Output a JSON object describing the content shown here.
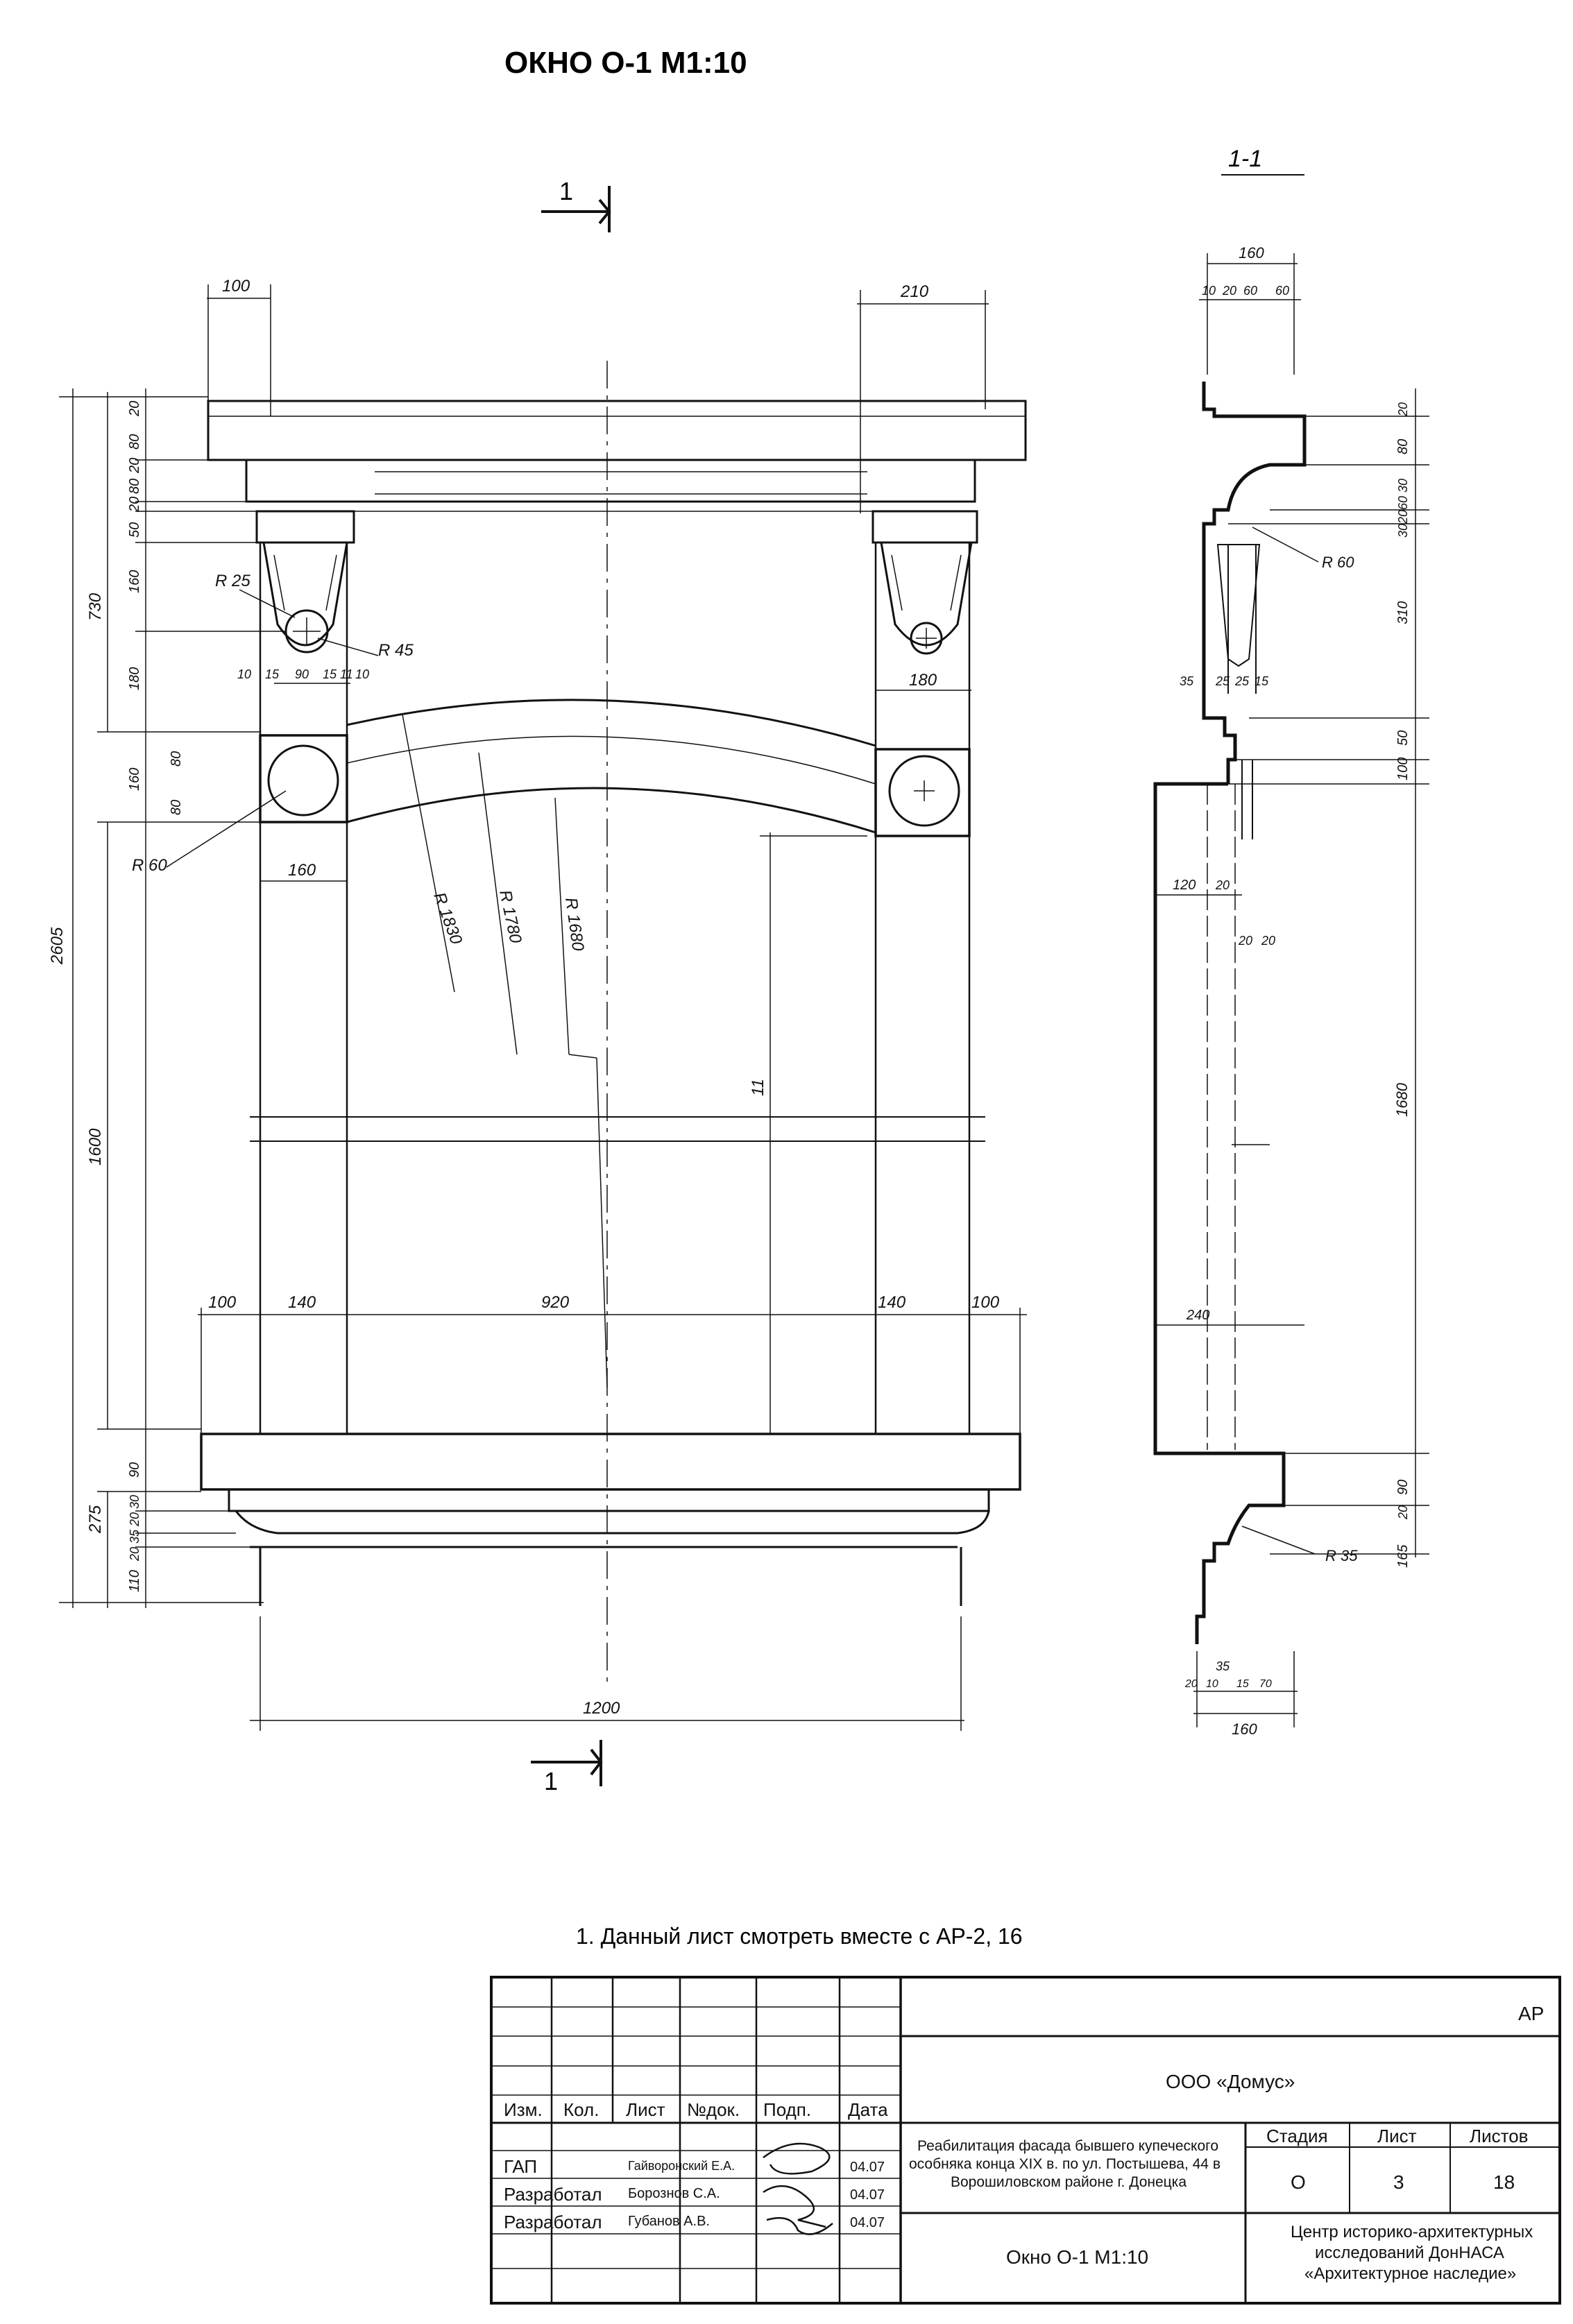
{
  "sheet": {
    "title": "ОКНО О-1 М1:10",
    "note": "1. Данный лист смотреть вместе с АР-2, 16"
  },
  "section_marks": {
    "label": "1",
    "section_title": "1-1"
  },
  "front_view": {
    "dims_top": [
      "100",
      "210"
    ],
    "dims_left_outer": [
      "2605"
    ],
    "dims_left_inner": [
      "730",
      "1600",
      "275"
    ],
    "dims_left_rows": [
      "20",
      "80",
      "20",
      "80",
      "20",
      "20",
      "50",
      "160",
      "180",
      "160",
      "80",
      "80",
      "90",
      "30",
      "20",
      "35",
      "20",
      "110"
    ],
    "radii": [
      "R 25",
      "R 45",
      "R 60",
      "R 1830",
      "R 1780",
      "R 1680"
    ],
    "console_dims": [
      "10",
      "15",
      "90",
      "15",
      "11",
      "10"
    ],
    "rosette_width": [
      "160",
      "160",
      "180"
    ],
    "opening_height": "11",
    "bottom_dims": [
      "100",
      "140",
      "920",
      "140",
      "100"
    ],
    "overall_width": "1200"
  },
  "section_view": {
    "top_width": "160",
    "top_parts": [
      "10",
      "20",
      "60",
      "60"
    ],
    "right_dims": [
      "20",
      "80",
      "30",
      "60",
      "20",
      "30",
      "30",
      "310",
      "50",
      "100",
      "1680",
      "20",
      "90",
      "165"
    ],
    "radii": [
      "R 60",
      "R 35"
    ],
    "mid_dims": [
      "35",
      "25",
      "25",
      "15",
      "120",
      "20",
      "20",
      "20",
      "240"
    ],
    "bottom_parts": [
      "35",
      "20",
      "10",
      "15",
      "70"
    ],
    "bottom_width": "160"
  },
  "title_block": {
    "code": "АР",
    "company": "ООО «Домус»",
    "headers": [
      "Изм.",
      "Кол.",
      "Лист",
      "№док.",
      "Подп.",
      "Дата"
    ],
    "people": [
      {
        "role": "ГАП",
        "name": "Гайворонский Е.А.",
        "date": "04.07"
      },
      {
        "role": "Разработал",
        "name": "Борознов С.А.",
        "date": "04.07"
      },
      {
        "role": "Разработал",
        "name": "Губанов А.В.",
        "date": "04.07"
      }
    ],
    "project": [
      "Реабилитация фасада бывшего купеческого",
      "особняка конца XIX в. по ул. Постышева, 44 в",
      "Ворошиловском районе г. Донецка"
    ],
    "stage_label": "Стадия",
    "sheet_label": "Лист",
    "sheets_label": "Листов",
    "stage": "О",
    "sheet_no": "3",
    "sheets_total": "18",
    "drawing_name": "Окно О-1 М1:10",
    "org": [
      "Центр историко-архитектурных",
      "исследований ДонНАСА",
      "«Архитектурное наследие»"
    ]
  }
}
